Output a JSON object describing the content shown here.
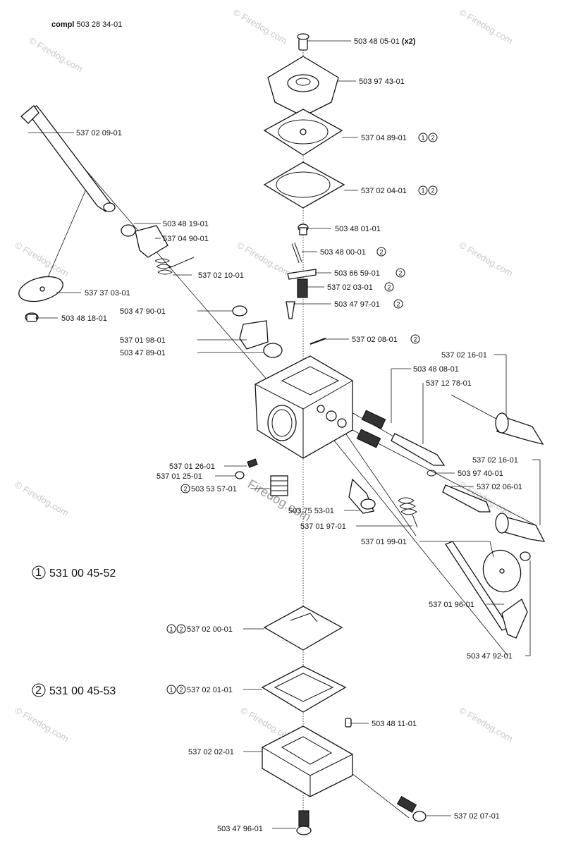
{
  "title": {
    "prefix": "compl",
    "number": "503 28 34-01"
  },
  "labels": {
    "screw_top": "503 48 05-01",
    "screw_top_qty": "(x2)",
    "cover": "503 97 43-01",
    "diaphragm": "537 04 89-01",
    "gasket_top": "537 02 04-01",
    "choke_shaft": "537 02 09-01",
    "bushing": "503 48 19-01",
    "lever": "537 04 90-01",
    "spring_choke": "537 02 10-01",
    "choke_valve": "537 37 03-01",
    "screw_choke": "503 48 18-01",
    "screw_pin": "503 48 01-01",
    "pin": "503 48 00-01",
    "needle_lever": "503 66 59-01",
    "spring_needle": "537 02 03-01",
    "inlet_needle": "503 47 97-01",
    "screw_detent": "503 47 90-01",
    "detent": "537 01 98-01",
    "bush_detent": "503 47 89-01",
    "pin_screen": "537 02 08-01",
    "limiter_cap_1": "537 02 16-01",
    "spring_adj": "503 48 08-01",
    "needle_l": "537 12 78-01",
    "limiter_cap_2": "537 02 16-01",
    "oring": "503 97 40-01",
    "needle_h": "537 02 06-01",
    "spring_idle": "537 01 26-01",
    "ball": "537 01 25-01",
    "screen": "503 53 57-01",
    "idle_screw": "503 75 53-01",
    "spring_throttle": "537 01 97-01",
    "throttle_spring2": "537 01 99-01",
    "throttle_shaft": "537 01 96-01",
    "screw_throttle": "503 47 92-01",
    "check_valve": "537 02 00-01",
    "pump_diaphragm": "537 02 01-01",
    "plug": "503 48 11-01",
    "pump_cover": "537 02 02-01",
    "screw_bottom": "503 47 96-01",
    "screw_inlet": "537 02 07-01"
  },
  "circled_marks": {
    "one": "1",
    "two": "2"
  },
  "legend": [
    {
      "mark": "1",
      "number": "531 00 45-52"
    },
    {
      "mark": "2",
      "number": "531 00 45-53"
    }
  ],
  "watermark": {
    "text": "© Firedog.com",
    "center_text": "Firedog.com"
  }
}
